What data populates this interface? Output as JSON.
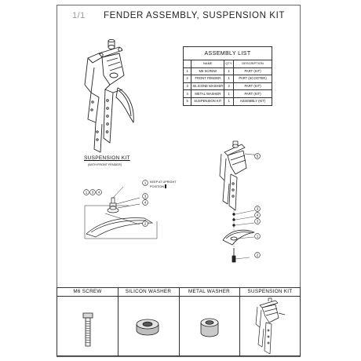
{
  "header": {
    "page_number": "1/1",
    "title": "FENDER ASSEMBLY, SUSPENSION KIT"
  },
  "assembly_list": {
    "caption": "ASSEMBLY LIST",
    "columns": [
      "",
      "NAME",
      "QTY.",
      "DESCRIPTION"
    ],
    "rows": [
      {
        "no": "1",
        "name": "M6 SCREW",
        "qty": "1",
        "desc": "PART (KIT)"
      },
      {
        "no": "2",
        "name": "FRONT FENDER",
        "qty": "1",
        "desc": "PART (SCOOTER)"
      },
      {
        "no": "3",
        "name": "SILICONE WASHER",
        "qty": "2",
        "desc": "PART (KIT)"
      },
      {
        "no": "4",
        "name": "METAL WASHER",
        "qty": "1",
        "desc": "PART (KIT)"
      },
      {
        "no": "5",
        "name": "SUSPENSION KIT",
        "qty": "1",
        "desc": "ASSEMBLY (KIT)"
      }
    ]
  },
  "figure_top": {
    "label": "SUSPENSION KIT",
    "sublabel": "(WITH FRONT FENDER)"
  },
  "detail": {
    "callout_group": [
      "1",
      "3",
      "4"
    ],
    "keep_note_line1": "KEEP AT UPRIGHT",
    "keep_note_line2": "POSITION",
    "callouts": [
      "1",
      "3",
      "4",
      "2"
    ]
  },
  "exploded_callouts": [
    "5",
    "3",
    "4",
    "3",
    "1",
    "2"
  ],
  "parts": [
    {
      "label": "M6 SCREW",
      "icon": "m6-screw-icon"
    },
    {
      "label": "SILICON WASHER",
      "icon": "silicon-washer-icon"
    },
    {
      "label": "METAL WASHER",
      "icon": "metal-washer-icon"
    },
    {
      "label": "SUSPENSION KIT",
      "icon": "suspension-kit-icon"
    }
  ]
}
